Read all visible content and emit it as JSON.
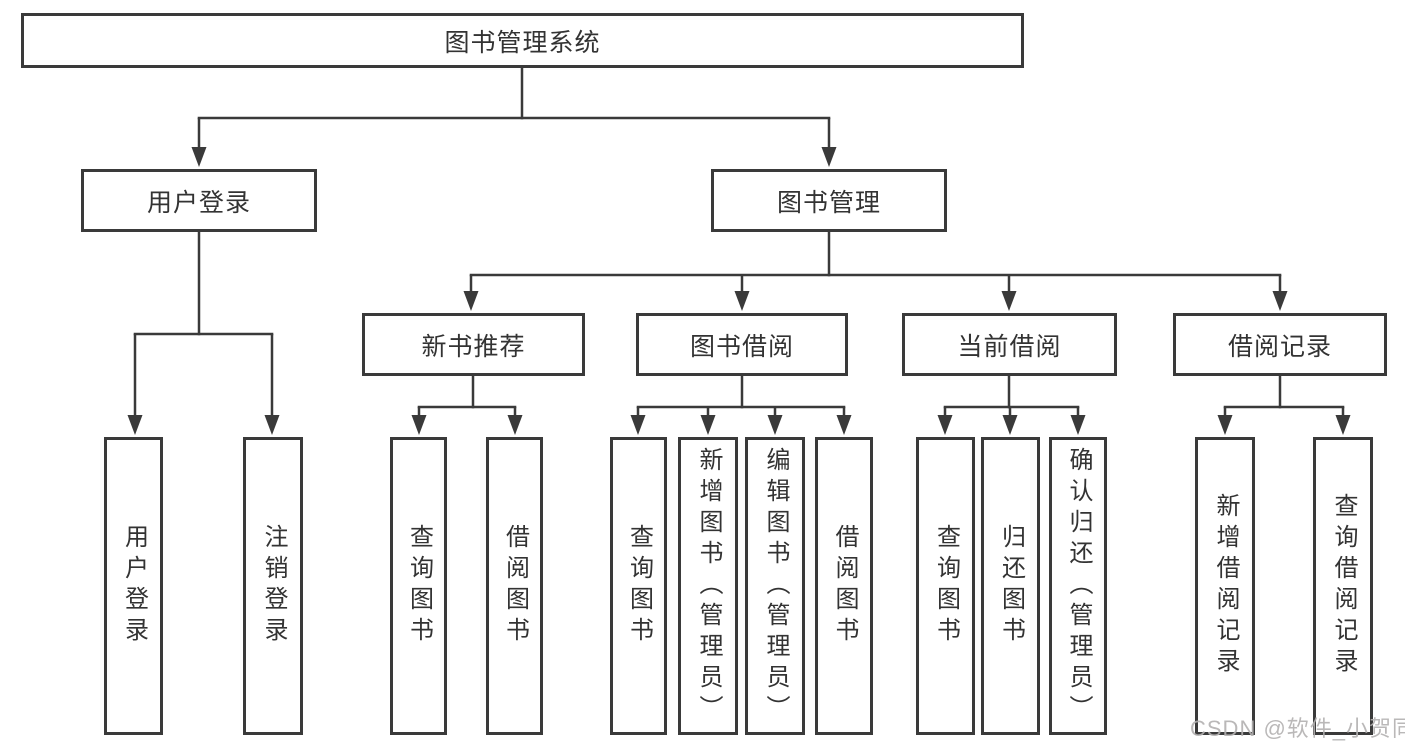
{
  "diagram_type": "functional-structure-tree",
  "tree": {
    "label": "图书管理系统",
    "children": [
      {
        "label": "用户登录",
        "children": [
          {
            "label": "用户登录"
          },
          {
            "label": "注销登录"
          }
        ]
      },
      {
        "label": "图书管理",
        "children": [
          {
            "label": "新书推荐",
            "children": [
              {
                "label": "查询图书"
              },
              {
                "label": "借阅图书"
              }
            ]
          },
          {
            "label": "图书借阅",
            "children": [
              {
                "label": "查询图书"
              },
              {
                "label": "新增图书（管理员）"
              },
              {
                "label": "编辑图书（管理员）"
              },
              {
                "label": "借阅图书"
              }
            ]
          },
          {
            "label": "当前借阅",
            "children": [
              {
                "label": "查询图书"
              },
              {
                "label": "归还图书"
              },
              {
                "label": "确认归还（管理员）"
              }
            ]
          },
          {
            "label": "借阅记录",
            "children": [
              {
                "label": "新增借阅记录"
              },
              {
                "label": "查询借阅记录"
              }
            ]
          }
        ]
      }
    ]
  },
  "watermark": {
    "text": "CSDN @软件_小贺同学"
  },
  "colors": {
    "line": "#3a3a3a",
    "box_border": "#3a3a3a",
    "text": "#333333",
    "watermark": "#b3b1b1",
    "background": "#ffffff"
  }
}
